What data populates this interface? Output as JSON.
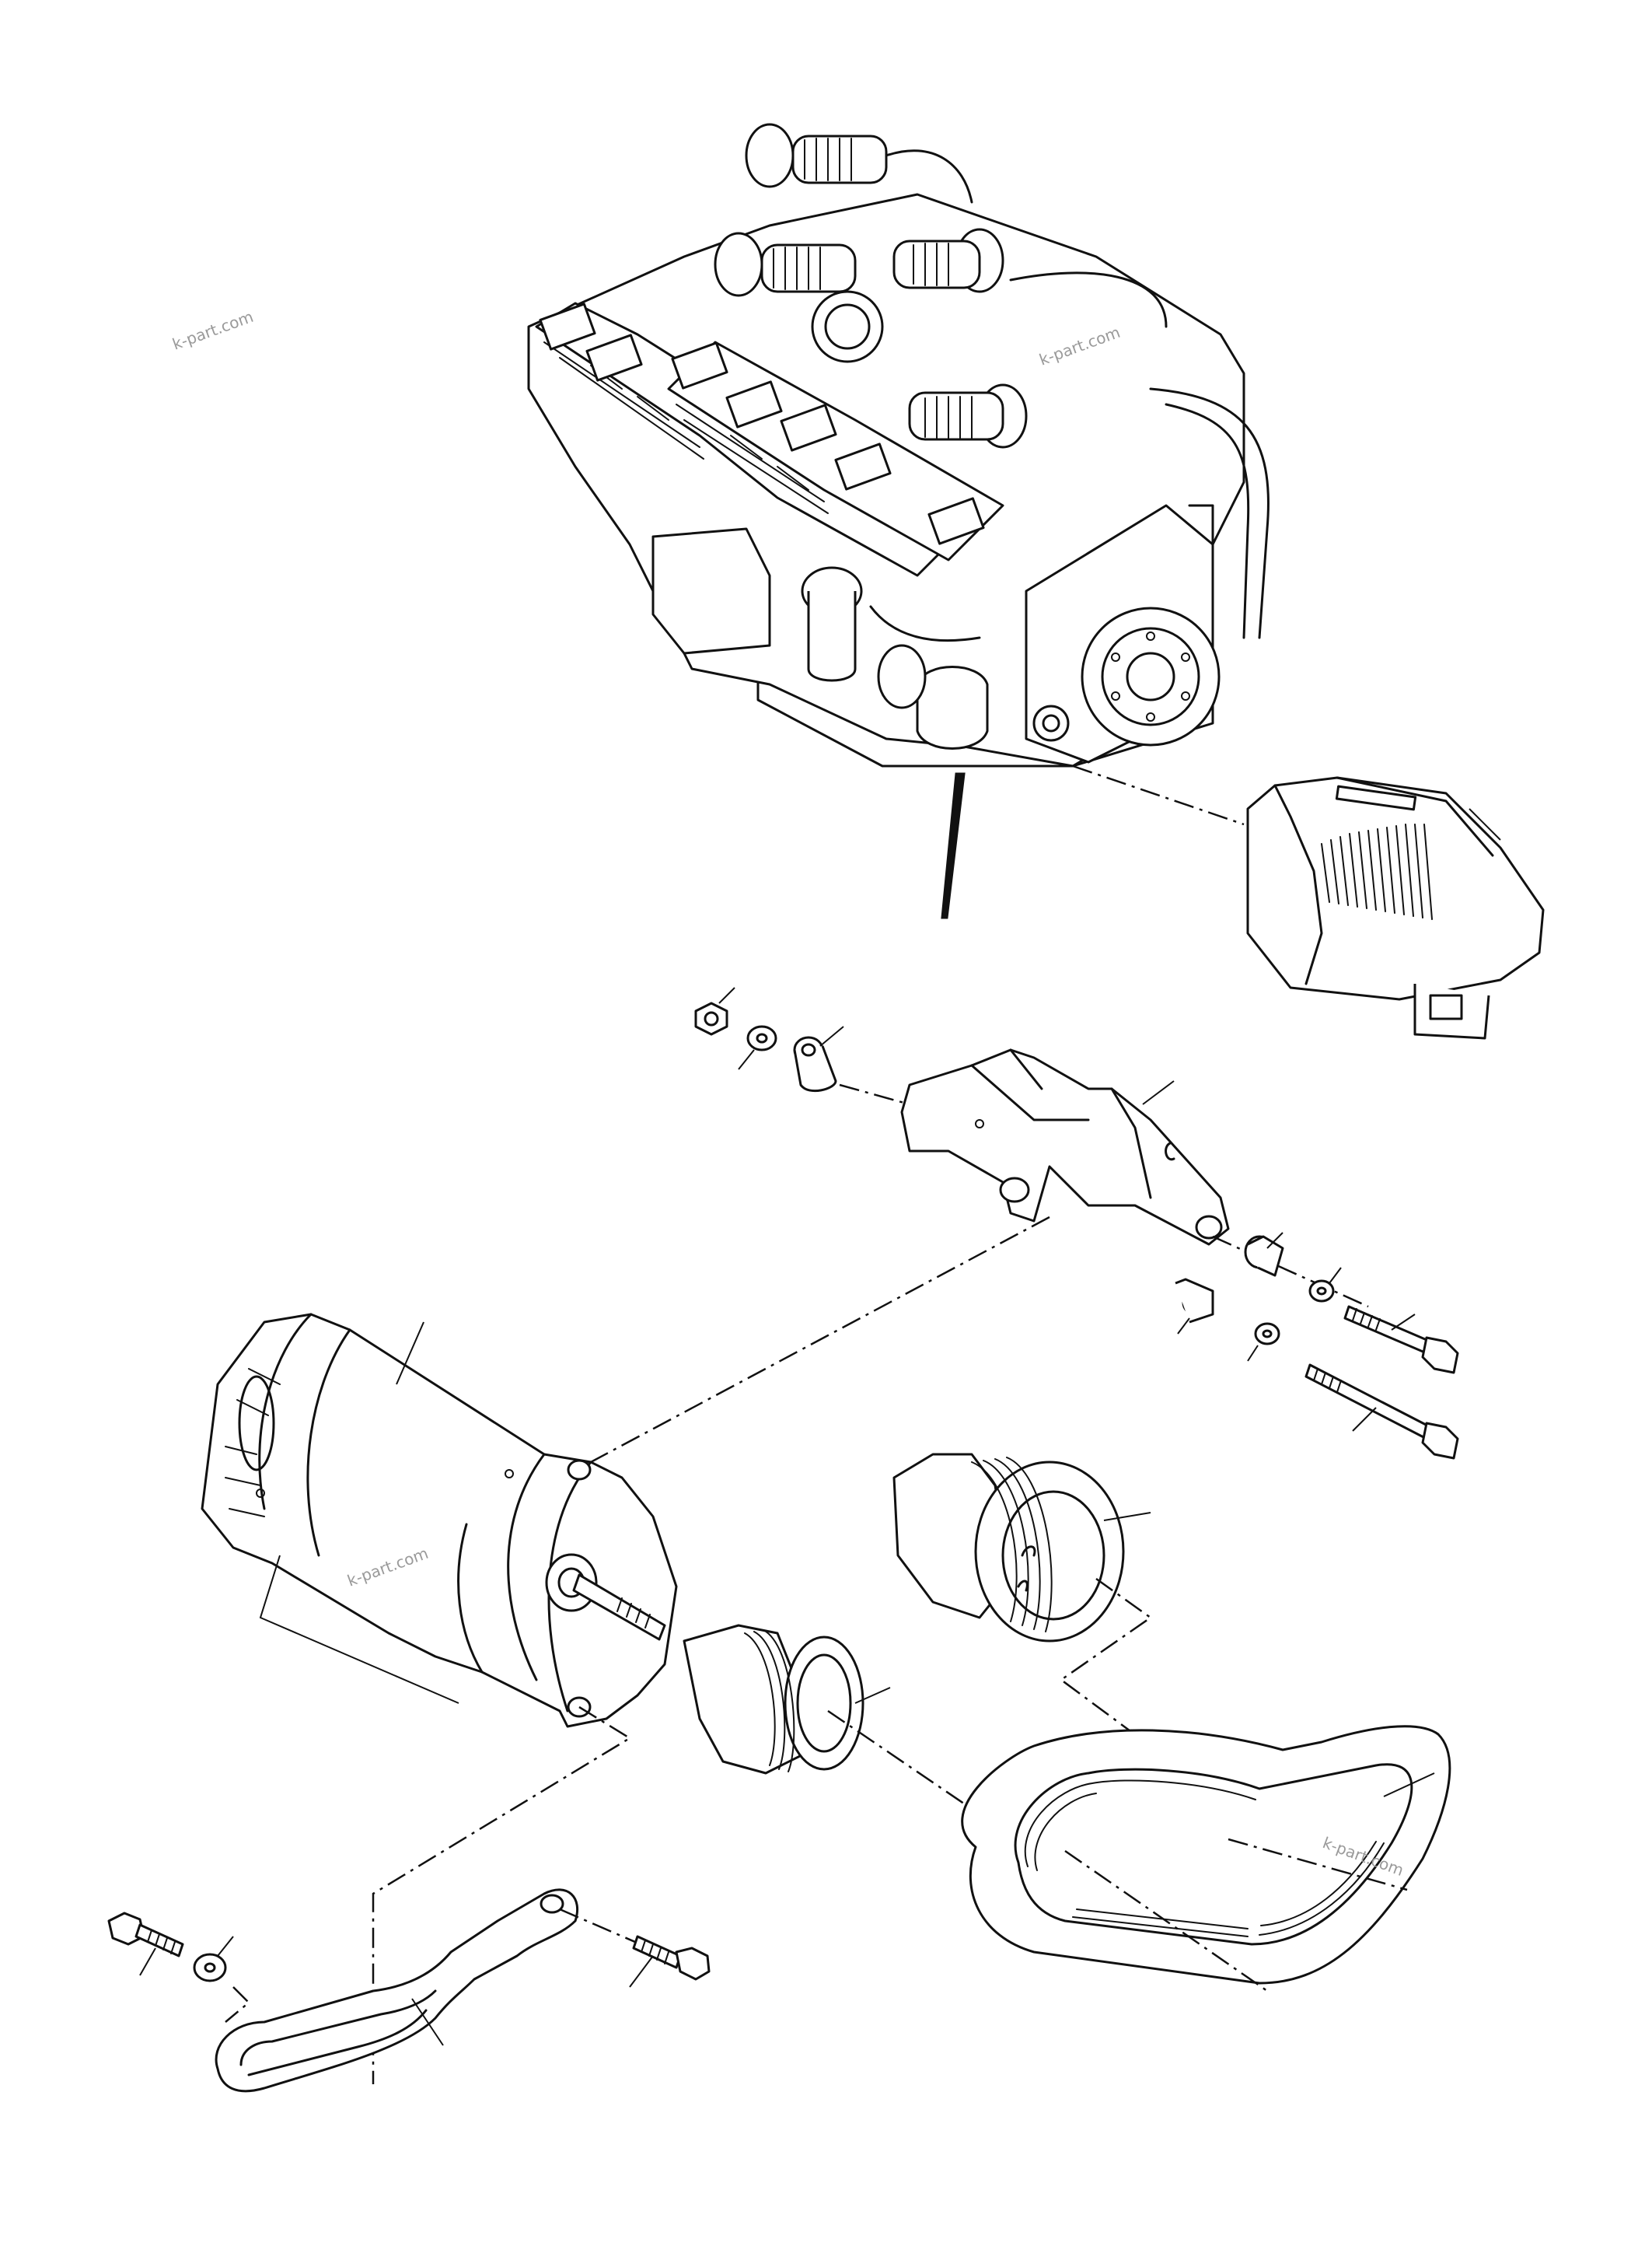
{
  "diagram": {
    "watermarks": [
      "k-part.com",
      "k-part.com",
      "k-part.com",
      "k-part.com"
    ],
    "parts": [
      {
        "name": "engine-assembly",
        "icon": "engine-icon"
      },
      {
        "name": "alternator-guard",
        "icon": "guard-icon"
      },
      {
        "name": "nut",
        "icon": "nut-icon"
      },
      {
        "name": "washer",
        "icon": "washer-icon"
      },
      {
        "name": "bushing",
        "icon": "bushing-icon"
      },
      {
        "name": "alternator-bracket",
        "icon": "bracket-icon"
      },
      {
        "name": "spacer",
        "icon": "spacer-icon"
      },
      {
        "name": "bolt",
        "icon": "bolt-icon"
      },
      {
        "name": "alternator",
        "icon": "alternator-icon"
      },
      {
        "name": "alternator-pulley",
        "icon": "pulley-icon"
      },
      {
        "name": "crankshaft-pulley",
        "icon": "pulley-icon"
      },
      {
        "name": "v-belt",
        "icon": "belt-icon"
      },
      {
        "name": "adjusting-link",
        "icon": "link-icon"
      }
    ]
  }
}
